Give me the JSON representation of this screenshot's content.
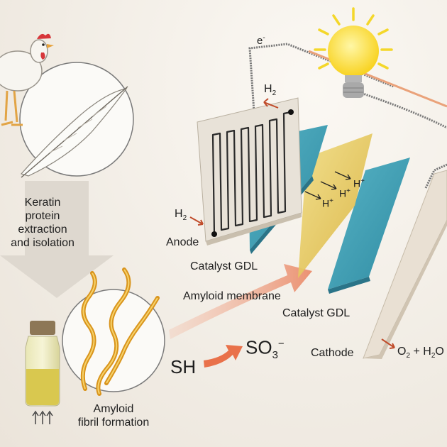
{
  "labels": {
    "keratin_line1": "Keratin",
    "keratin_line2": "protein",
    "keratin_line3": "extraction",
    "keratin_line4": "and isolation",
    "anode": "Anode",
    "catalyst_gdl_left": "Catalyst GDL",
    "amyloid_membrane": "Amyloid membrane",
    "catalyst_gdl_right": "Catalyst GDL",
    "cathode": "Cathode",
    "amyloid_line1": "Amyloid",
    "amyloid_line2": "fibril formation",
    "sh": "SH",
    "so3": "SO",
    "so3_sub": "3",
    "so3_sup": "−",
    "electron": "e",
    "electron_sup": "-",
    "h2_top": "H",
    "h2_top_sub": "2",
    "h2_left": "H",
    "h2_left_sub": "2",
    "proton": "H",
    "proton_sup": "+",
    "product": "O",
    "product_sub": "2",
    "product_plus": "+ H",
    "product_sub2": "2",
    "product_end": "O"
  },
  "colors": {
    "membrane_blue": "#3e9bb0",
    "membrane_yellow": "#e4c24c",
    "arrow_orange": "#e9714a",
    "fibril": "#e3a52a",
    "bulb": "#ffe53a",
    "cathode": "#e9e0d3"
  }
}
